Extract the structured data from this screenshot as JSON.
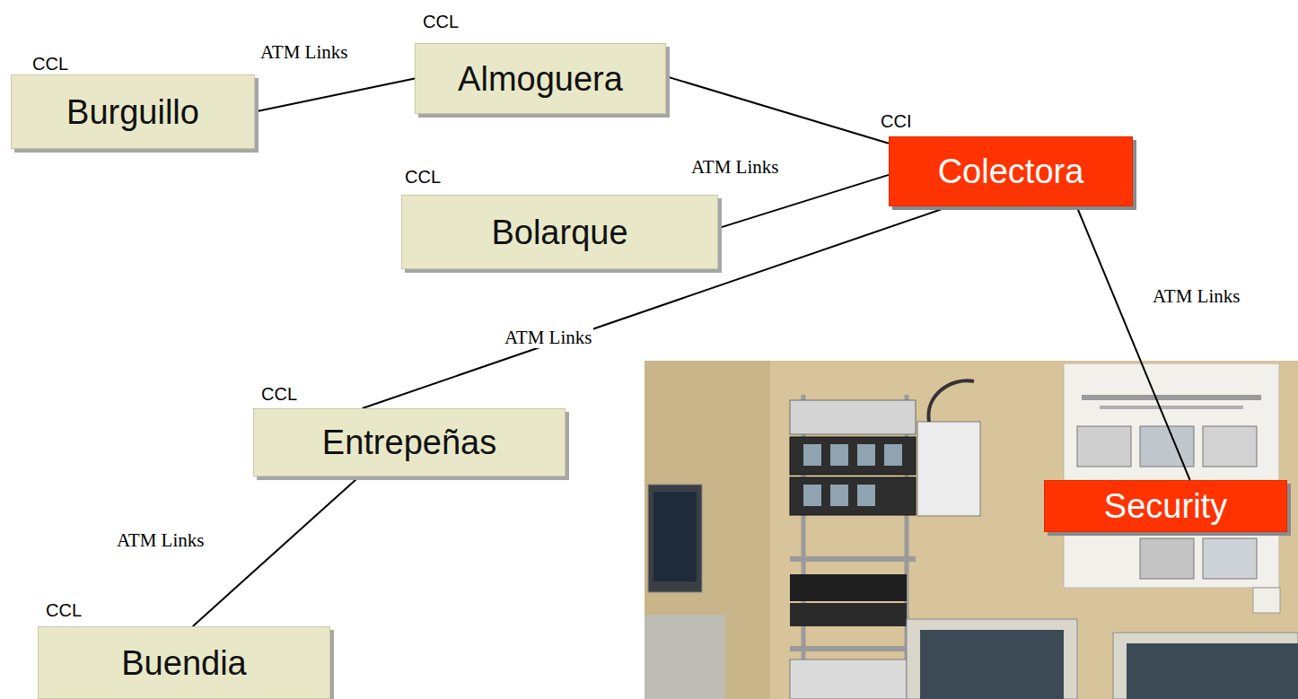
{
  "diagram": {
    "nodes": [
      {
        "text": [
          "CCL",
          "Burguillo"
        ]
      },
      {
        "text": [
          "CCL",
          "Almoguera"
        ]
      },
      {
        "text": [
          "CCI",
          "Colectora"
        ]
      },
      {
        "text": [
          "CCL",
          "Bolarque"
        ]
      },
      {
        "text": [
          "CCL",
          "Entrepeñas"
        ]
      },
      {
        "text": [
          "Security"
        ]
      },
      {
        "text": [
          "CCL",
          "Buendia"
        ]
      }
    ],
    "edges": [
      {
        "from": 0,
        "to": 1,
        "arrow": "none",
        "label": "ATM Links"
      },
      {
        "from": 1,
        "to": 2,
        "arrow": "none"
      },
      {
        "from": 3,
        "to": 2,
        "arrow": "none",
        "label": "ATM Links"
      },
      {
        "from": 4,
        "to": 2,
        "arrow": "none",
        "label": "ATM Links"
      },
      {
        "from": 2,
        "to": 5,
        "arrow": "none",
        "label": "ATM Links"
      },
      {
        "from": 4,
        "to": 6,
        "arrow": "none",
        "label": "ATM Links"
      }
    ]
  }
}
